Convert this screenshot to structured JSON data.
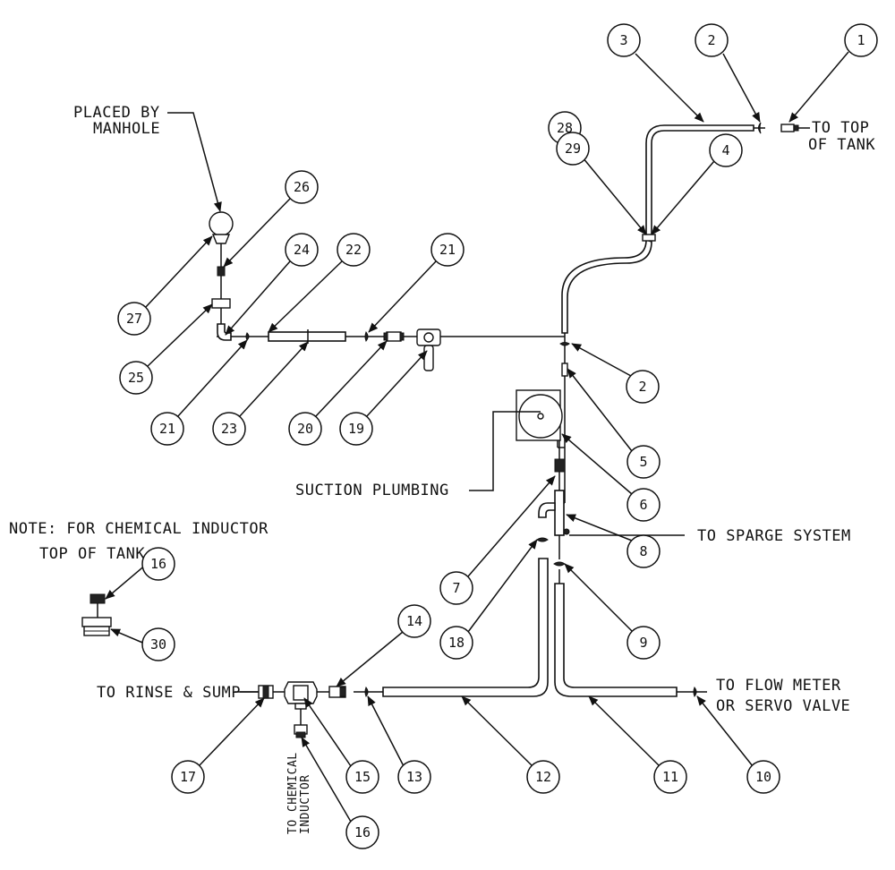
{
  "labels": {
    "placed_by_line1": "PLACED BY",
    "placed_by_line2": "MANHOLE",
    "to_top_line1": "TO TOP",
    "to_top_line2": "OF TANK",
    "suction": "SUCTION PLUMBING",
    "sparge": "TO SPARGE SYSTEM",
    "note_line1": "NOTE: FOR CHEMICAL INDUCTOR",
    "note_line2": "TOP OF TANK",
    "rinse": "TO RINSE & SUMP",
    "flow_line1": "TO FLOW METER",
    "flow_line2": "OR SERVO VALVE",
    "chem_line1": "TO CHEMICAL",
    "chem_line2": "INDUCTOR"
  },
  "callouts": [
    "1",
    "2",
    "3",
    "28",
    "29",
    "4",
    "26",
    "24",
    "22",
    "21",
    "27",
    "25",
    "21",
    "23",
    "20",
    "19",
    "2",
    "5",
    "6",
    "7",
    "8",
    "18",
    "9",
    "16",
    "30",
    "14",
    "17",
    "15",
    "13",
    "12",
    "11",
    "10",
    "16"
  ],
  "colors": {
    "line": "#111111",
    "background": "#ffffff"
  }
}
